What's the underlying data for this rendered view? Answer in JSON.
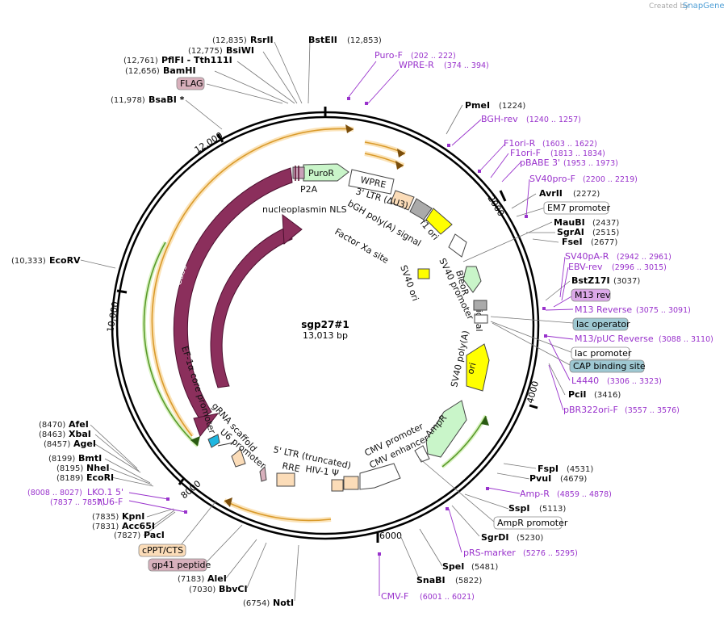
{
  "header": {
    "created_by": "Created by",
    "app_name": "SnapGene"
  },
  "plasmid": {
    "name": "sgp27#1",
    "size": "13,013 bp"
  },
  "scale_ticks": [
    "2000",
    "4000",
    "6000",
    "8000",
    "10,000",
    "12,000"
  ],
  "enzymes_right": [
    {
      "name": "BstEII",
      "pos": "(12,853)"
    },
    {
      "name": "PmeI",
      "pos": "(1224)"
    },
    {
      "name": "AvrII",
      "pos": "(2272)"
    },
    {
      "name": "MauBI",
      "pos": "(2437)"
    },
    {
      "name": "SgrAI",
      "pos": "(2515)"
    },
    {
      "name": "FseI",
      "pos": "(2677)"
    },
    {
      "name": "BstZ17I",
      "pos": "(3037)"
    },
    {
      "name": "PciI",
      "pos": "(3416)"
    },
    {
      "name": "FspI",
      "pos": "(4531)"
    },
    {
      "name": "PvuI",
      "pos": "(4679)"
    },
    {
      "name": "SspI",
      "pos": "(5113)"
    },
    {
      "name": "SgrDI",
      "pos": "(5230)"
    },
    {
      "name": "SpeI",
      "pos": "(5481)"
    },
    {
      "name": "SnaBI",
      "pos": "(5822)"
    }
  ],
  "enzymes_left": [
    {
      "name": "RsrII",
      "pos": "(12,835)"
    },
    {
      "name": "BsiWI",
      "pos": "(12,775)"
    },
    {
      "name": "PflFI - Tth111I",
      "pos": "(12,761)"
    },
    {
      "name": "BamHI",
      "pos": "(12,656)"
    },
    {
      "name": "BsaBI *",
      "pos": "(11,978)"
    },
    {
      "name": "EcoRV",
      "pos": "(10,333)"
    },
    {
      "name": "AfeI",
      "pos": "(8470)"
    },
    {
      "name": "XbaI",
      "pos": "(8463)"
    },
    {
      "name": "AgeI",
      "pos": "(8457)"
    },
    {
      "name": "BmtI",
      "pos": "(8199)"
    },
    {
      "name": "NheI",
      "pos": "(8195)"
    },
    {
      "name": "EcoRI",
      "pos": "(8189)"
    },
    {
      "name": "KpnI",
      "pos": "(7835)"
    },
    {
      "name": "Acc65I",
      "pos": "(7831)"
    },
    {
      "name": "PacI",
      "pos": "(7827)"
    },
    {
      "name": "AleI",
      "pos": "(7183)"
    },
    {
      "name": "BbvCI",
      "pos": "(7030)"
    },
    {
      "name": "NotI",
      "pos": "(6754)"
    }
  ],
  "primers_right": [
    {
      "name": "Puro-F",
      "pos": "(202 .. 222)"
    },
    {
      "name": "WPRE-R",
      "pos": "(374 .. 394)"
    },
    {
      "name": "BGH-rev",
      "pos": "(1240 .. 1257)"
    },
    {
      "name": "F1ori-R",
      "pos": "(1603 .. 1622)"
    },
    {
      "name": "F1ori-F",
      "pos": "(1813 .. 1834)"
    },
    {
      "name": "pBABE 3'",
      "pos": "(1953 .. 1973)"
    },
    {
      "name": "SV40pro-F",
      "pos": "(2200 .. 2219)"
    },
    {
      "name": "SV40pA-R",
      "pos": "(2942 .. 2961)"
    },
    {
      "name": "EBV-rev",
      "pos": "(2996 .. 3015)"
    },
    {
      "name": "M13 Reverse",
      "pos": "(3075 .. 3091)"
    },
    {
      "name": "M13/pUC Reverse",
      "pos": "(3088 .. 3110)"
    },
    {
      "name": "L4440",
      "pos": "(3306 .. 3323)"
    },
    {
      "name": "pBR322ori-F",
      "pos": "(3557 .. 3576)"
    },
    {
      "name": "Amp-R",
      "pos": "(4859 .. 4878)"
    },
    {
      "name": "pRS-marker",
      "pos": "(5276 .. 5295)"
    },
    {
      "name": "CMV-F",
      "pos": "(6001 .. 6021)"
    }
  ],
  "primers_left": [
    {
      "name": "LKO.1 5'",
      "pos": "(8008 .. 8027)"
    },
    {
      "name": "hU6-F",
      "pos": "(7837 .. 7857)"
    }
  ],
  "boxed_labels": [
    {
      "name": "FLAG",
      "color": "#d8b0bc"
    },
    {
      "name": "EM7 promoter",
      "color": "#ffffff"
    },
    {
      "name": "M13 rev",
      "color": "#dca8e8"
    },
    {
      "name": "lac operator",
      "color": "#9ec8d2"
    },
    {
      "name": "lac promoter",
      "color": "#ffffff"
    },
    {
      "name": "CAP binding site",
      "color": "#9ec8d2"
    },
    {
      "name": "AmpR promoter",
      "color": "#ffffff"
    },
    {
      "name": "cPPT/CTS",
      "color": "#fbdcb8"
    },
    {
      "name": "gp41 peptide",
      "color": "#d8b0bc"
    }
  ],
  "feature_labels": {
    "puror": "PuroR",
    "wpre": "WPRE",
    "p2a": "P2A",
    "nls": "nucleoplasmin NLS",
    "ltr3": "3' LTR (ΔU3)",
    "bgh": "bGH poly(A) signal",
    "f1ori": "f1 ori",
    "factorxa": "Factor Xa site",
    "sv40prom": "SV40 promoter",
    "bleor": "BleoR",
    "sv40ori": "SV40 ori",
    "signal": "signal",
    "sv40pa": "SV40 poly(A)",
    "ori": "ori",
    "ampr": "AmpR",
    "cmvprom": "CMV promoter",
    "cmvenh": "CMV enhancer",
    "ltr5": "5' LTR (truncated)",
    "hiv": "HIV-1 Ψ",
    "rre": "RRE",
    "u6": "U6 promoter",
    "grna": "gRNA scaffold",
    "ef1a": "EF-1α core promoter",
    "cas9_outer": "Cas9",
    "cas9_inner": "Cas9"
  },
  "colors": {
    "cas9": "#8b2f5c",
    "orf_line": "#d99a2b",
    "orf_fill": "#fbe3b8",
    "green_line": "#7cbf3a",
    "puror": "#c9f5c9",
    "ori": "#ffff00",
    "primer": "#9932cc"
  }
}
